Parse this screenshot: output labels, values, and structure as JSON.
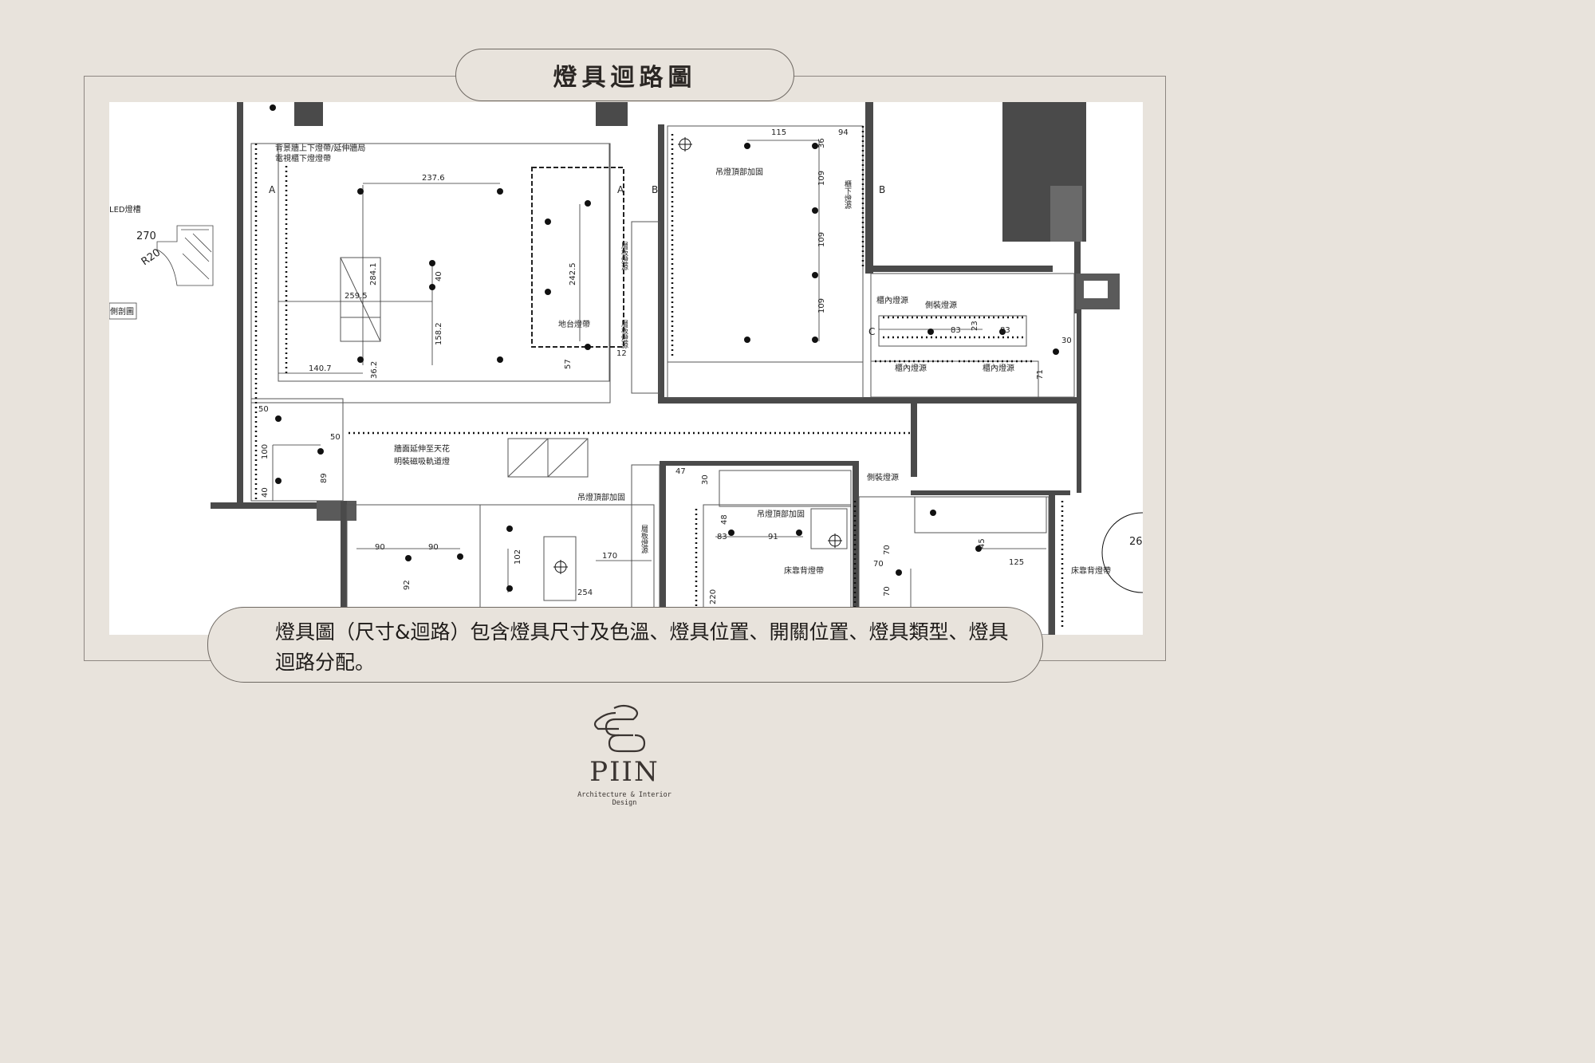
{
  "title": "燈具迴路圖",
  "description": "燈具圖（尺寸&迴路）包含燈具尺寸及色溫、燈具位置、開關位置、燈具類型、燈具迴路分配。",
  "brand": {
    "name": "PIIN",
    "tagline": "Architecture & Interior Design"
  },
  "plan": {
    "annotations": {
      "led_slot": "LED燈槽",
      "side_section": "側剖圖",
      "dim_270": "270",
      "radius_r20": "R20",
      "back_wall_strip": "背景牆上下燈帶/延伸牆局",
      "tv_cabinet_strip": "電視櫃下燈燈帶",
      "dim_237_6": "237.6",
      "dim_284_1": "284.1",
      "dim_259_5": "259.5",
      "dim_40": "40",
      "dim_158_2": "158.2",
      "dim_140_7": "140.7",
      "dim_36_2": "36.2",
      "dim_242_5": "242.5",
      "platform_strip": "地台燈帶",
      "dim_57": "57",
      "dim_12": "12",
      "shelf_light_1": "層板燈源",
      "shelf_light_2": "層板燈源",
      "section_a": "A",
      "section_b": "B",
      "section_c": "C",
      "dim_115": "115",
      "dim_94": "94",
      "dim_36": "36",
      "pendant_reinforce_1": "吊燈頂部加固",
      "dim_109a": "109",
      "dim_109b": "109",
      "dim_109c": "109",
      "cabinet_down_light": "櫃下燈源",
      "cabinet_inner_light_1": "櫃內燈源",
      "side_light_1": "側裝燈源",
      "dim_83a": "83",
      "dim_23": "23",
      "dim_83b": "83",
      "dim_30": "30",
      "cabinet_inner_light_2": "櫃內燈源",
      "cabinet_inner_light_3": "櫃內燈源",
      "dim_71": "71",
      "dim_50a": "50",
      "dim_50b": "50",
      "dim_100": "100",
      "dim_40b": "40",
      "dim_89": "89",
      "wall_extend": "牆面延伸至天花",
      "track_light": "明裝磁吸軌道燈",
      "pendant_reinforce_2": "吊燈頂部加固",
      "dim_90a": "90",
      "dim_90b": "90",
      "dim_102": "102",
      "dim_92": "92",
      "dim_170": "170",
      "dim_254": "254",
      "shelf_light_3": "層板燈源",
      "dim_47": "47",
      "dim_30b": "30",
      "side_light_2": "側裝燈源",
      "pendant_reinforce_3": "吊燈頂部加固",
      "dim_48": "48",
      "dim_83c": "83",
      "dim_91": "91",
      "bed_head_strip_1": "床靠背燈帶",
      "dim_220": "220",
      "dim_70a": "70",
      "dim_70b": "70",
      "dim_70c": "70",
      "dim_45": "45",
      "dim_125": "125",
      "bed_head_strip_2": "床靠背燈帶",
      "dim_26": "26"
    }
  }
}
